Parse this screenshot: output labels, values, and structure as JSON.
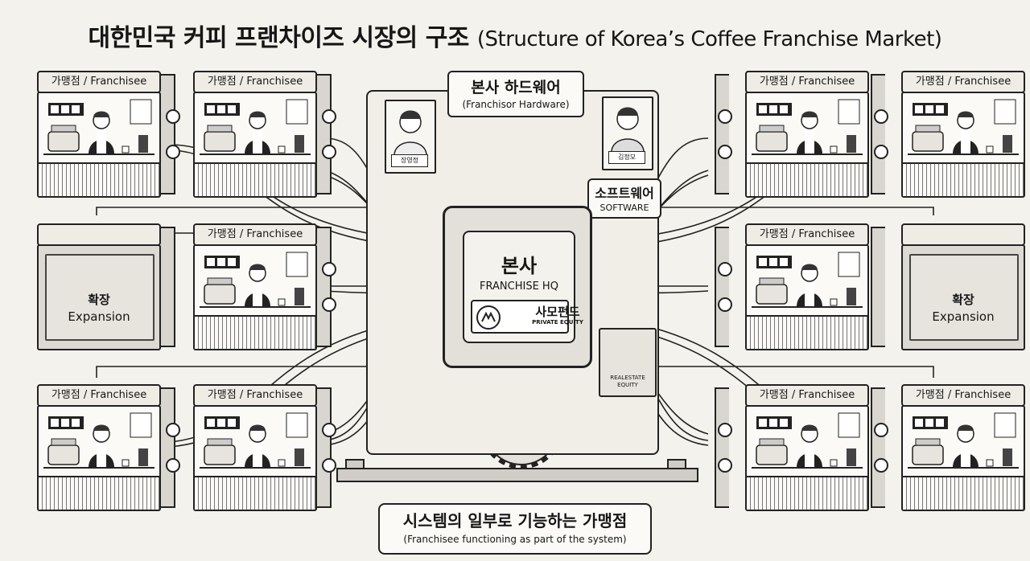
{
  "title": {
    "ko": "대한민국 커피 프랜차이즈 시장의 구조",
    "en": "(Structure of Korea’s Coffee Franchise Market)"
  },
  "franchisee_label": "가맹점 / Franchisee",
  "expansion": {
    "ko": "확장",
    "en": "Expansion"
  },
  "hq_hardware": {
    "ko": "본사 하드웨어",
    "en": "(Franchisor Hardware)"
  },
  "software": {
    "ko": "소프트웨어",
    "en": "SOFTWARE"
  },
  "hq": {
    "ko": "본사",
    "en": "FRANCHISE HQ"
  },
  "private_equity": {
    "ko": "사모펀드",
    "en": "PRIVATE EQUITY"
  },
  "real_estate": {
    "line1": "REALESTATE",
    "line2": "EQUITY"
  },
  "portraits": {
    "left_name": "장영정",
    "right_name": "김정모"
  },
  "bottom": {
    "ko": "시스템의 일부로 기능하는 가맹점",
    "en": "(Franchisee functioning as part of the system)"
  },
  "colors": {
    "ink": "#161616",
    "paper": "#f4f2ec",
    "panel": "#dcdad3"
  },
  "icons": [
    "barista-icon",
    "espresso-machine-icon",
    "grinder-icon",
    "gear-icon",
    "star-icon",
    "pe-logo-icon"
  ]
}
